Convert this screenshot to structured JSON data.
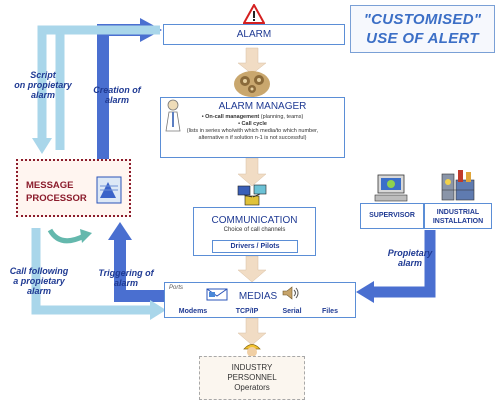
{
  "title": {
    "line1": "\"CUSTOMISED\"",
    "line2": "USE OF ALERT"
  },
  "alarm": {
    "label": "ALARM"
  },
  "alarm_manager": {
    "title": "ALARM MANAGER",
    "line1_bold": "• On-call management",
    "line1_rest": " (planning, teams)",
    "line2_bold": "• Call cycle",
    "line3": "(lists in series who/with which media/to which number,",
    "line4": "alternative n if solution n-1 is not successful)"
  },
  "communication": {
    "title": "COMMUNICATION",
    "subtitle": "Choice of call channels",
    "drivers": "Drivers / Pilots"
  },
  "medias": {
    "ports": "Ports",
    "title": "MEDIAS",
    "items": [
      "Modems",
      "TCP/IP",
      "Serial",
      "Files"
    ]
  },
  "message_processor": {
    "line1": "MESSAGE",
    "line2": "PROCESSOR"
  },
  "supervisor": {
    "label": "SUPERVISOR"
  },
  "industrial": {
    "line1": "INDUSTRIAL",
    "line2": "INSTALLATION"
  },
  "personnel": {
    "line1": "INDUSTRY",
    "line2": "PERSONNEL",
    "line3": "Operators"
  },
  "labels": {
    "script1": "Script",
    "script2": "on propietary",
    "script3": "alarm",
    "creation1": "Creation of",
    "creation2": "alarm",
    "call1": "Call following",
    "call2": "a propietary",
    "call3": "alarm",
    "trigger1": "Triggering of",
    "trigger2": "alarm",
    "prop1": "Propietary",
    "prop2": "alarm"
  },
  "colors": {
    "dark_blue": "#3b63c9",
    "light_blue": "#a9d6ea",
    "message_border": "#8b1c2c",
    "label_blue": "#1f3a93",
    "arrow_tan": "#f1dcc4"
  }
}
